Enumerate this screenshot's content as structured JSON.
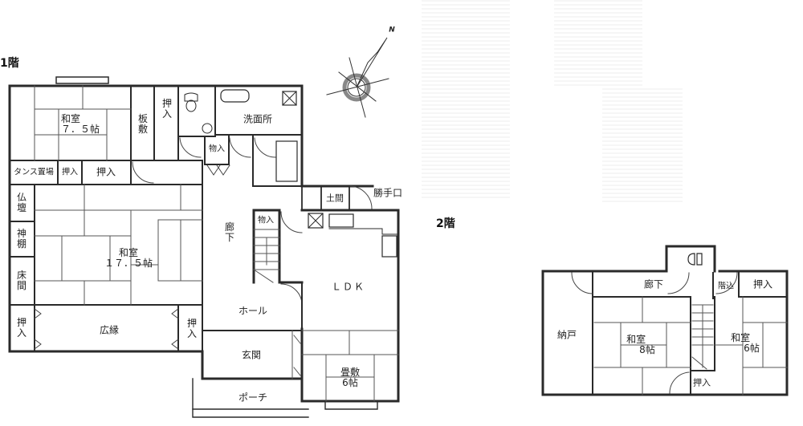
{
  "floors": [
    {
      "title": "1階",
      "rooms": {
        "washitsu_small": {
          "name": "和室",
          "size": "7.5帖",
          "size_display": "７．５帖"
        },
        "itajiki": "板敷",
        "oshiire_a": "押入",
        "tansu": "タンス置場",
        "oshiire_b": "押入",
        "oshiire_c": "押入",
        "monoire_top": "物入",
        "senmenjo": "洗面所",
        "doma": "土間",
        "katteguchi": "勝手口",
        "butsudan": "仏壇",
        "kamidana": "神棚",
        "tokonoma": "床間",
        "washitsu_large": {
          "name": "和室",
          "size": "17.5帖",
          "size_display": "１７．５帖"
        },
        "oshiire_left": "押入",
        "hiroen": "広縁",
        "oshiire_right": "押入",
        "rouka": "廊下",
        "monoire_stair": "物入",
        "ldk": "ＬＤＫ",
        "hall": "ホール",
        "genkan": "玄関",
        "tatami": {
          "name": "畳敷",
          "size": "6帖"
        },
        "porch": "ポーチ"
      },
      "compass": {
        "label": "N",
        "icon": "compass-rose-icon"
      }
    },
    {
      "title": "2階",
      "rooms": {
        "rouka": "廊下",
        "hashigo": "階込",
        "oshiire_top": "押入",
        "nando": "納戸",
        "washitsu_8": {
          "name": "和室",
          "size": "8帖"
        },
        "washitsu_6": {
          "name": "和室",
          "size": "6帖"
        },
        "oshiire_bottom": "押入"
      }
    }
  ],
  "colors": {
    "wall": "#2a2a2a",
    "line": "#555555",
    "background": "#ffffff"
  }
}
